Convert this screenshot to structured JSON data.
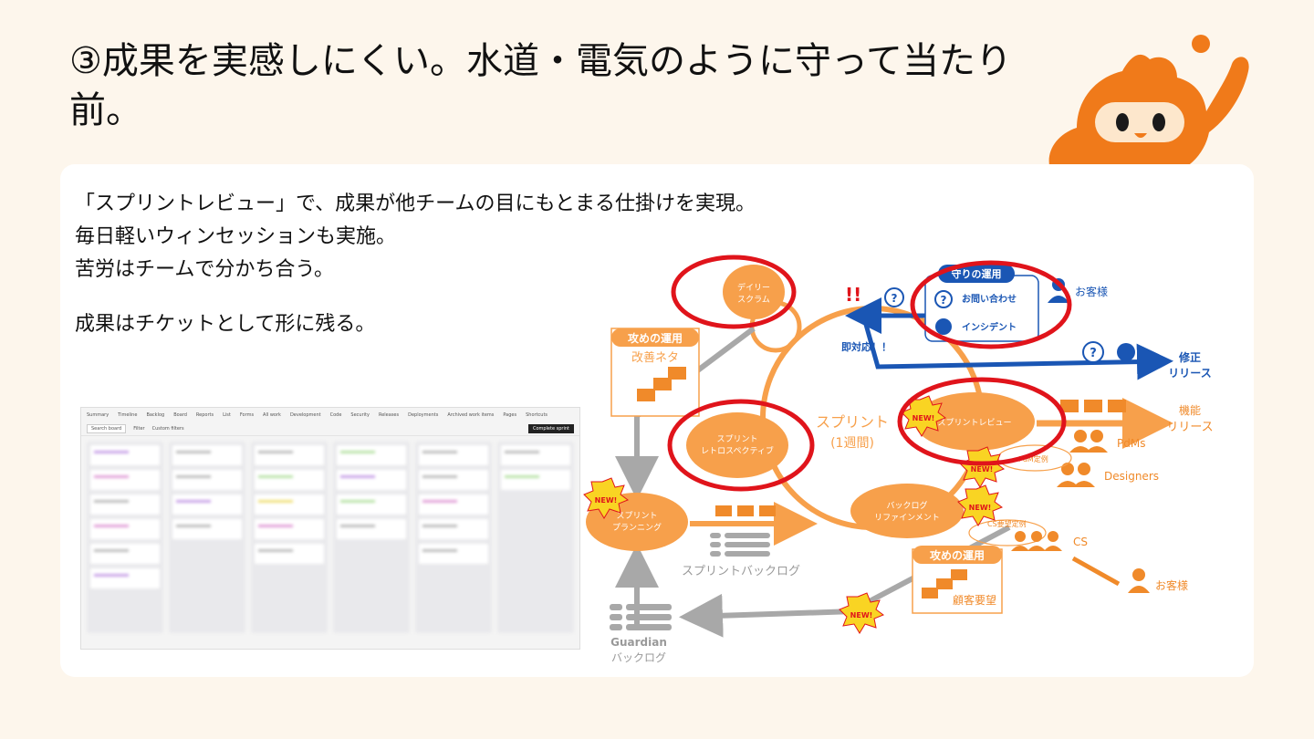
{
  "slide": {
    "title": "③成果を実感しにくい。水道・電気のように守って当たり前。",
    "body": [
      "「スプリントレビュー」で、成果が他チームの目にもとまる仕掛けを実現。",
      "毎日軽いウィンセッションも実施。",
      "苦労はチームで分かち合う。",
      "",
      "成果はチケットとして形に残る。"
    ]
  },
  "screenshot": {
    "nav": [
      "Summary",
      "Timeline",
      "Backlog",
      "Board",
      "Reports",
      "List",
      "Forms",
      "All work",
      "Development",
      "Code",
      "Security",
      "Releases",
      "Deployments",
      "Archived work items",
      "Pages",
      "Shortcuts"
    ],
    "search_placeholder": "Search board",
    "filter_label": "Filter",
    "custom_filters": "Custom filters",
    "complete_button": "Complete sprint"
  },
  "diagram": {
    "labels": {
      "daily_scrum": [
        "デイリー",
        "スクラム"
      ],
      "retrospective": [
        "スプリント",
        "レトロスペクティブ"
      ],
      "sprint_center": "スプリント",
      "sprint_period": "(1週間)",
      "sprint_review": "スプリントレビュー",
      "refinement": [
        "バックログ",
        "リファインメント"
      ],
      "planning": [
        "スプリント",
        "プランニング"
      ],
      "sprint_backlog": "スプリントバックログ",
      "guardian_backlog": [
        "Guardian",
        "バックログ"
      ],
      "offense_top": "攻めの運用",
      "kaizen": "改善ネタ",
      "defense": "守りの運用",
      "inquiry": "お問い合わせ",
      "incident": "インシデント",
      "customer_top": "お客様",
      "immediate": "即対応！！",
      "alert": "!!",
      "fix_release": [
        "修正",
        "リリース"
      ],
      "feature_release": [
        "機能",
        "リリース"
      ],
      "pdms": "PdMs",
      "designers": "Designers",
      "pdm_example": "PdM定例",
      "cs_example": "CS要望定例",
      "cs": "CS",
      "customer_bottom": "お客様",
      "offense_bottom": "攻めの運用",
      "customer_request": "顧客要望",
      "new_badge": "NEW!",
      "question_mark": "?"
    },
    "colors": {
      "orange": "#f7a04b",
      "dark_orange": "#f08a2a",
      "blue": "#1a56b4",
      "red_circle": "#e0141b",
      "gray": "#a8a8a8",
      "badge_yellow": "#f9d423"
    }
  },
  "mascot": {
    "icon": "mascot-character"
  }
}
